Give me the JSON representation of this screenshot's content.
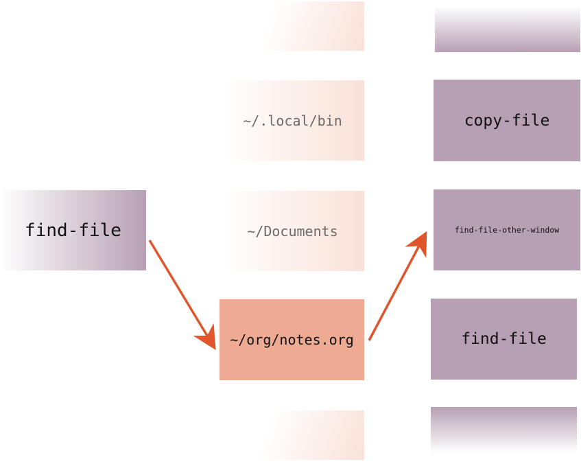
{
  "source": {
    "label": "find-file"
  },
  "directories": {
    "local_bin": "∼/.local/bin",
    "documents": "∼/Documents",
    "notes": "∼/org/notes.org"
  },
  "commands": {
    "copy_file": "copy-file",
    "find_file_other_window": "find-file-other-window",
    "find_file": "find-file"
  },
  "colors": {
    "arrow": "#e0562c",
    "peach": "#eeaa92",
    "plum": "#b7a0b3"
  }
}
